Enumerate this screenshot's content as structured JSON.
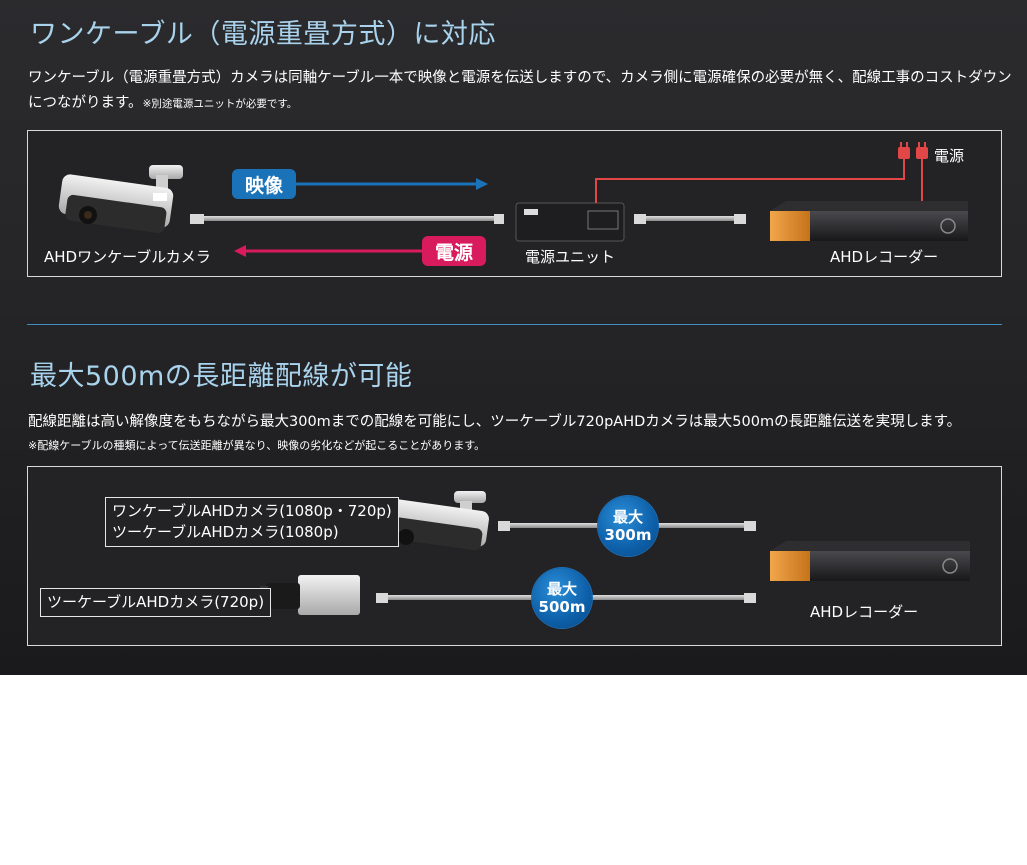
{
  "section1": {
    "heading": "ワンケーブル（電源重畳方式）に対応",
    "body_line1": "ワンケーブル（電源重畳方式）カメラは同軸ケーブル一本で映像と電源を伝送しますので、カメラ側に電源確保の必要が無く、配線工事のコストダウン",
    "body_line2": "につながります。",
    "body_note": "※別途電源ユニットが必要です。",
    "diagram": {
      "camera_label": "AHDワンケーブルカメラ",
      "video_badge": "映像",
      "power_badge": "電源",
      "power_unit_label": "電源ユニット",
      "recorder_label": "AHDレコーダー",
      "mains_label": "電源",
      "video_color": "#1a73b8",
      "power_color": "#d81b5c"
    }
  },
  "section2": {
    "heading": "最大500mの長距離配線が可能",
    "body": "配線距離は高い解像度をもちながら最大300mまでの配線を可能にし、ツーケーブル720pAHDカメラは最大500mの長距離伝送を実現します。",
    "note": "※配線ケーブルの種類によって伝送距離が異なり、映像の劣化などが起こることがあります。",
    "diagram": {
      "camera1_line1": "ワンケーブルAHDカメラ(1080p・720p)",
      "camera1_line2": "ツーケーブルAHDカメラ(1080p)",
      "camera2_label": "ツーケーブルAHDカメラ(720p)",
      "dist1_top": "最大",
      "dist1_bottom": "300m",
      "dist2_top": "最大",
      "dist2_bottom": "500m",
      "recorder_label": "AHDレコーダー"
    }
  }
}
